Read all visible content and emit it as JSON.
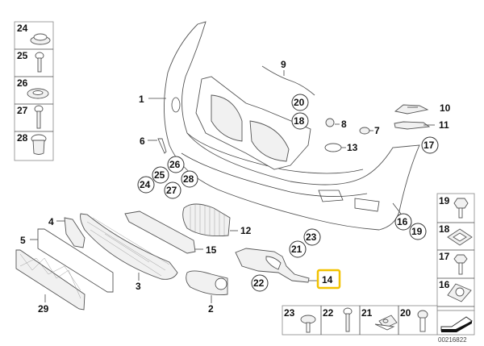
{
  "diagram": {
    "title": "Front bumper parts diagram",
    "diagram_code": "00216822",
    "highlighted_part": "14",
    "callouts": [
      {
        "id": "c1",
        "label": "1"
      },
      {
        "id": "c2",
        "label": "2"
      },
      {
        "id": "c3",
        "label": "3"
      },
      {
        "id": "c4",
        "label": "4"
      },
      {
        "id": "c5",
        "label": "5"
      },
      {
        "id": "c6",
        "label": "6"
      },
      {
        "id": "c7",
        "label": "7"
      },
      {
        "id": "c8",
        "label": "8"
      },
      {
        "id": "c9",
        "label": "9"
      },
      {
        "id": "c10",
        "label": "10"
      },
      {
        "id": "c11",
        "label": "11"
      },
      {
        "id": "c12",
        "label": "12"
      },
      {
        "id": "c13",
        "label": "13"
      },
      {
        "id": "c14",
        "label": "14"
      },
      {
        "id": "c15",
        "label": "15"
      },
      {
        "id": "c29",
        "label": "29"
      }
    ],
    "circled_refs": [
      {
        "id": "r20",
        "label": "20"
      },
      {
        "id": "r18",
        "label": "18"
      },
      {
        "id": "r17",
        "label": "17"
      },
      {
        "id": "r16",
        "label": "16"
      },
      {
        "id": "r19",
        "label": "19"
      },
      {
        "id": "r26",
        "label": "26"
      },
      {
        "id": "r25",
        "label": "25"
      },
      {
        "id": "r24",
        "label": "24"
      },
      {
        "id": "r28",
        "label": "28"
      },
      {
        "id": "r27",
        "label": "27"
      },
      {
        "id": "r23",
        "label": "23"
      },
      {
        "id": "r21",
        "label": "21"
      },
      {
        "id": "r22",
        "label": "22"
      }
    ],
    "left_panel": [
      {
        "label": "24",
        "part": "cap"
      },
      {
        "label": "25",
        "part": "screw"
      },
      {
        "label": "26",
        "part": "washer"
      },
      {
        "label": "27",
        "part": "bolt"
      },
      {
        "label": "28",
        "part": "grommet"
      }
    ],
    "right_panel": [
      {
        "label": "19",
        "part": "hex-screw"
      },
      {
        "label": "18",
        "part": "clip-nut"
      },
      {
        "label": "17",
        "part": "hex-screw"
      },
      {
        "label": "16",
        "part": "spring-nut"
      }
    ],
    "bottom_panel": [
      {
        "label": "23",
        "part": "hex-screw"
      },
      {
        "label": "22",
        "part": "screw"
      },
      {
        "label": "21",
        "part": "clip-nut"
      },
      {
        "label": "20",
        "part": "bolt"
      }
    ]
  }
}
